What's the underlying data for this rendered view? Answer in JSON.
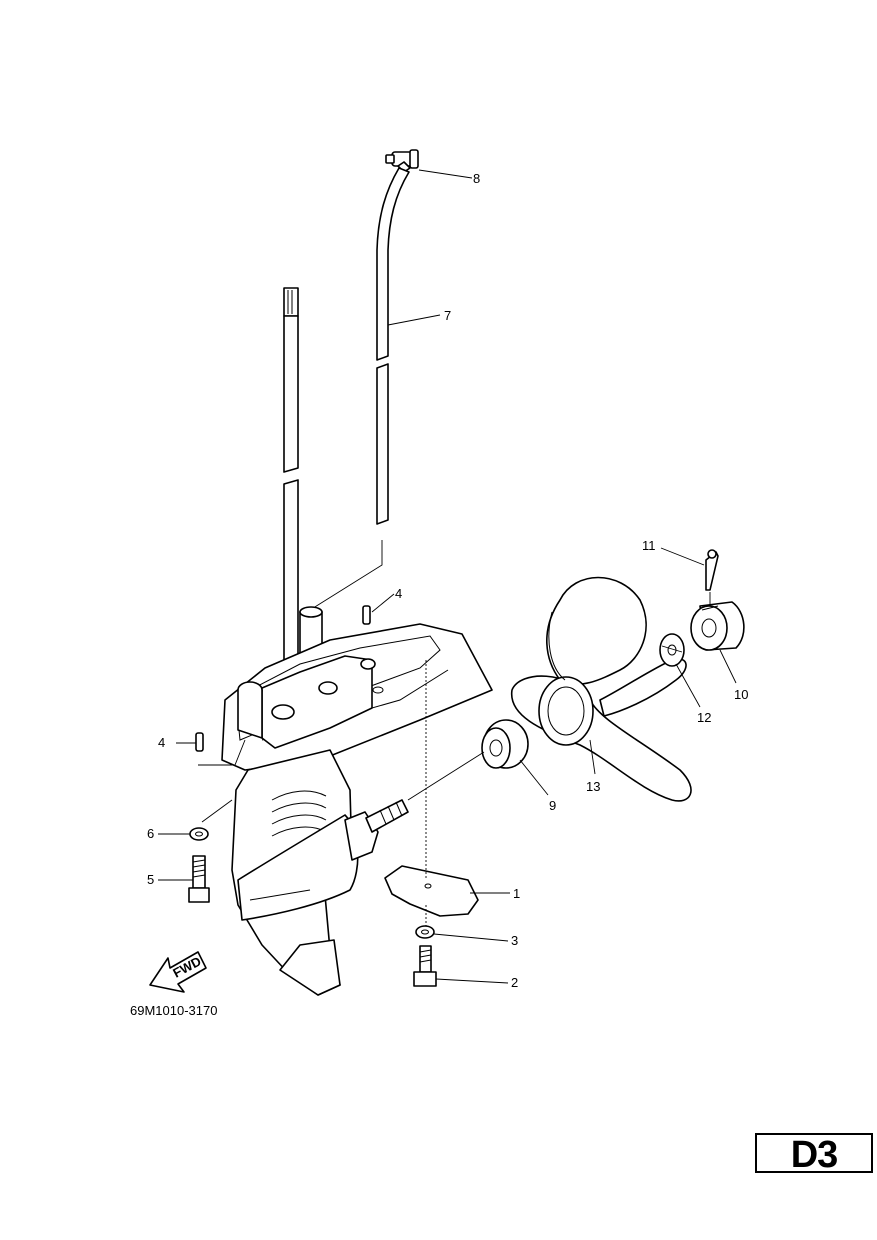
{
  "diagram_code": "69M1010-3170",
  "section": "D3",
  "fwd_label": "FWD",
  "callouts": {
    "c1": "1",
    "c2": "2",
    "c3": "3",
    "c4a": "4",
    "c4b": "4",
    "c5": "5",
    "c6": "6",
    "c7": "7",
    "c8": "8",
    "c9": "9",
    "c10": "10",
    "c11": "11",
    "c12": "12",
    "c13": "13"
  }
}
